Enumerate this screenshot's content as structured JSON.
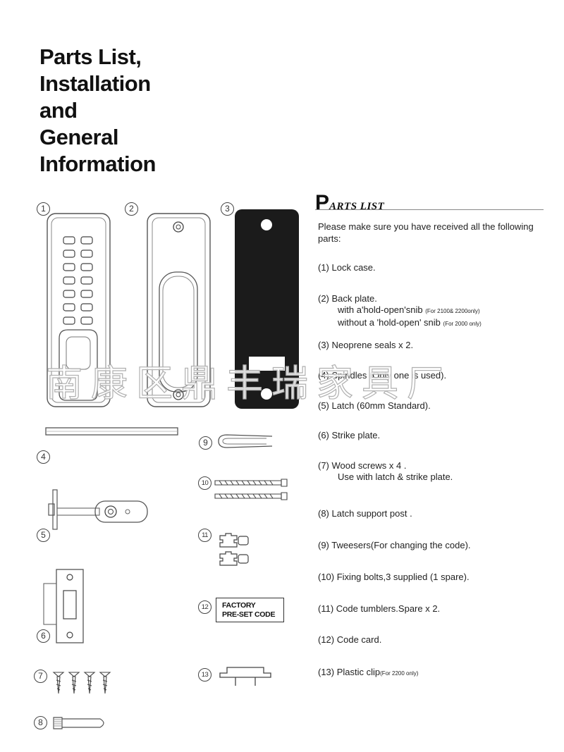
{
  "title_lines": [
    "Parts List,",
    "Installation",
    "and",
    "General",
    "Information"
  ],
  "section_heading": {
    "cap": "P",
    "rest": "ARTS LIST"
  },
  "intro": "Please make sure you have received all the following parts:",
  "numbers": [
    "1",
    "2",
    "3",
    "4",
    "5",
    "6",
    "7",
    "8",
    "9",
    "10",
    "11",
    "12",
    "13"
  ],
  "items": [
    {
      "text": "(1)  Lock case."
    },
    {
      "text": "(2)  Back plate.",
      "sub1": "with a'hold-open'snib",
      "sub1_note": "(For 2100& 2200only)",
      "sub2": "without a 'hold-open' snib",
      "sub2_note": "(For 2000 only)"
    },
    {
      "text": "(3)  Neoprene seals x 2."
    },
    {
      "text": "(4)  Spindles (Only one is used)."
    },
    {
      "text": "(5)  Latch (60mm Standard)."
    },
    {
      "text": "(6)  Strike plate."
    },
    {
      "text": "(7)  Wood screws x 4 .",
      "sub1": "Use with latch & strike plate."
    },
    {
      "text": "(8)  Latch support post ."
    },
    {
      "text": "(9)  Tweesers(For changing the code)."
    },
    {
      "text": "(10) Fixing bolts,3 supplied (1 spare)."
    },
    {
      "text": "(11) Code tumblers.Spare x 2."
    },
    {
      "text": "(12) Code card."
    },
    {
      "text": "(13) Plastic clip",
      "note": "(For 2200 only)"
    }
  ],
  "code_card": {
    "line1": "FACTORY",
    "line2": "PRE-SET CODE"
  },
  "watermark": "南康区鼎丰瑞家具厂"
}
